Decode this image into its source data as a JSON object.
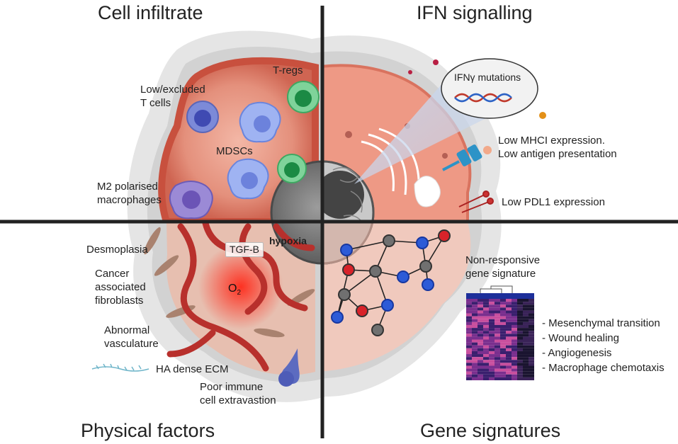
{
  "titles": {
    "top_left": "Cell infiltrate",
    "top_right": "IFN signalling",
    "bottom_left": "Physical factors",
    "bottom_right": "Gene signatures"
  },
  "cell_infiltrate": {
    "low_t_cells": [
      "Low/excluded",
      "T cells"
    ],
    "tregs": "T-regs",
    "mdscs": "MDSCs",
    "m2": [
      "M2 polarised",
      "macrophages"
    ]
  },
  "ifn": {
    "mutations": "IFNγ mutations",
    "mhc": [
      "Low MHCI expression.",
      "Low antigen presentation"
    ],
    "pdl1": "Low PDL1 expression"
  },
  "physical": {
    "desmoplasia": "Desmoplasia",
    "tgfb": "TGF-B",
    "hypoxia": "hypoxia",
    "caf": [
      "Cancer",
      "associated",
      "fibroblasts"
    ],
    "o2": "O",
    "o2_sub": "2",
    "vasculature": [
      "Abnormal",
      "vasculature"
    ],
    "ecm": "HA dense ECM",
    "extravasation": [
      "Poor immune",
      "cell extravastion"
    ]
  },
  "gene": {
    "signature": [
      "Non-responsive",
      "gene signature"
    ],
    "list": [
      "- Mesenchymal transition",
      "- Wound healing",
      "- Angiogenesis",
      "- Macrophage chemotaxis"
    ]
  },
  "colors": {
    "tumour_outer": "#d9d9d9",
    "tumour_body": "#e08470",
    "tumour_edge": "#c8503e",
    "tcell": "#6f7fd0",
    "treg": "#4cbf70",
    "mdsc": "#8ea4ee",
    "m2": "#8f7fcf",
    "vessel": "#b8302c",
    "node_red": "#d8232a",
    "node_blue": "#2d5bd7",
    "node_gray": "#707070",
    "heatmap_header": "#1d2f9a"
  }
}
